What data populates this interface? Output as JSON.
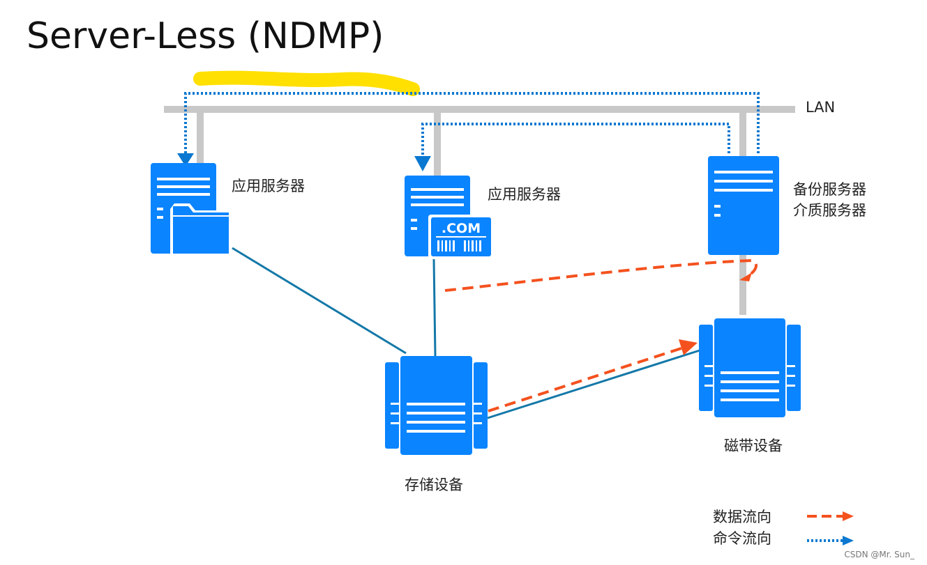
{
  "title": "Server-Less (NDMP)",
  "lan_label": "LAN",
  "devices": {
    "app_server_1": {
      "label": "应用服务器"
    },
    "app_server_2": {
      "label": "应用服务器",
      "badge": ".COM"
    },
    "backup_server": {
      "label_line1": "备份服务器",
      "label_line2": "介质服务器"
    },
    "storage": {
      "label": "存储设备"
    },
    "tape": {
      "label": "磁带设备"
    }
  },
  "legend": {
    "data_flow": "数据流向",
    "command_flow": "命令流向"
  },
  "colors": {
    "device_blue": "#0A84FF",
    "lan_gray": "#C8C8C8",
    "san_link": "#1478A8",
    "data_flow": "#F4511E",
    "command_flow": "#0A78D0",
    "highlight": "#FFE000"
  },
  "watermark": "CSDN @Mr. Sun_"
}
